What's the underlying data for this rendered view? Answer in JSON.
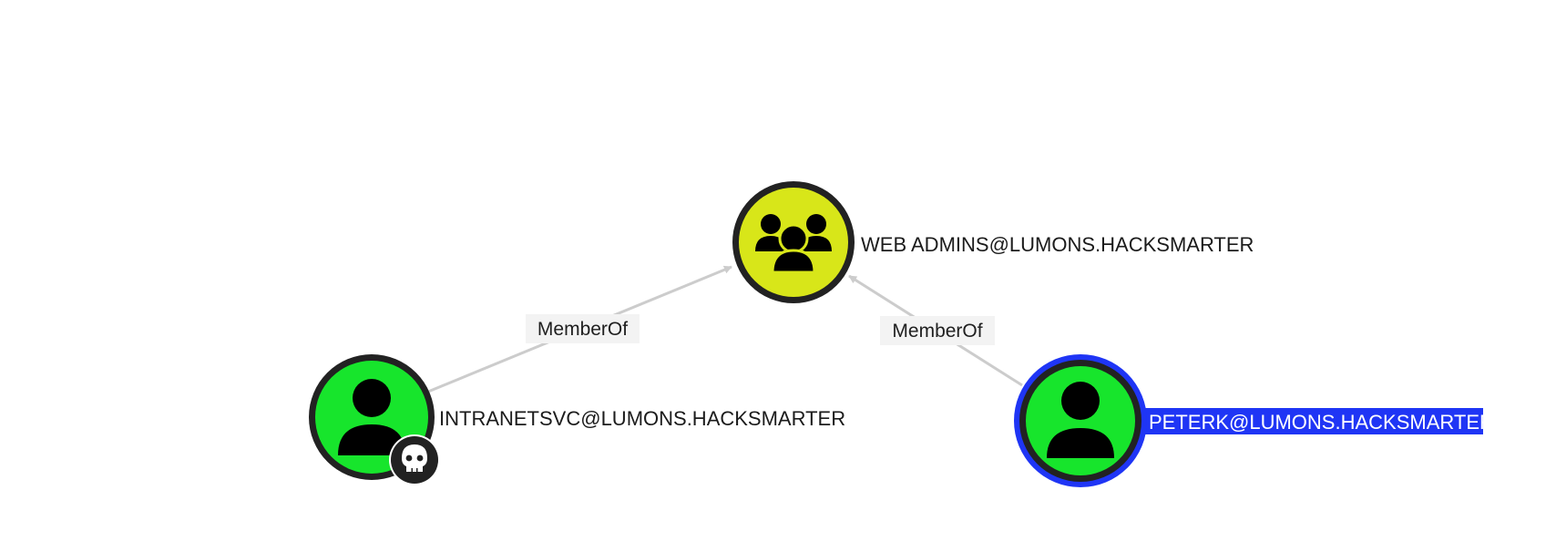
{
  "graph": {
    "nodes": [
      {
        "id": "web-admins",
        "label": "WEB ADMINS@LUMONS.HACKSMARTER",
        "kind": "group",
        "icon": "users-group-icon",
        "fill": "#d8e619",
        "selected": false,
        "owned": false
      },
      {
        "id": "intranetsvc",
        "label": "INTRANETSVC@LUMONS.HACKSMARTER",
        "kind": "user",
        "icon": "user-icon",
        "fill": "#17e52c",
        "selected": false,
        "owned": true,
        "badge_icon": "skull-icon"
      },
      {
        "id": "peterk",
        "label": "PETERK@LUMONS.HACKSMARTER",
        "kind": "user",
        "icon": "user-icon",
        "fill": "#17e52c",
        "selected": true,
        "owned": false
      }
    ],
    "edges": [
      {
        "from": "intranetsvc",
        "to": "web-admins",
        "label": "MemberOf"
      },
      {
        "from": "peterk",
        "to": "web-admins",
        "label": "MemberOf"
      }
    ],
    "colors": {
      "node_ring": "#222222",
      "selection": "#1f35f5",
      "edge": "#cccccc",
      "edge_label_bg": "#f3f3f3",
      "badge_bg": "#222222"
    }
  }
}
